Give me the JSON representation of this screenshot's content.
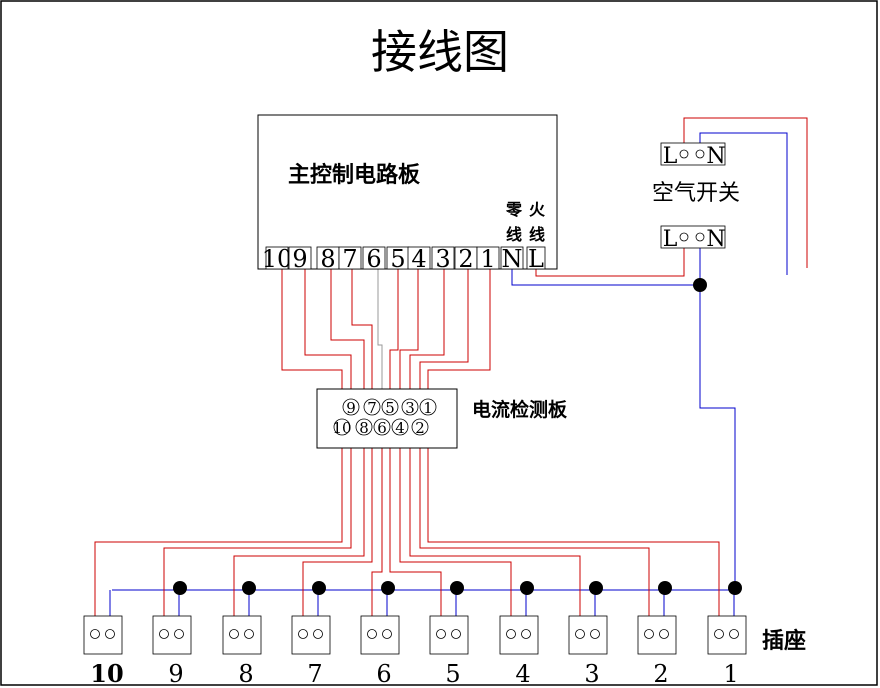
{
  "title": "接线图",
  "main_board": {
    "label": "主控制电路板",
    "neutral_caption": "零线",
    "live_caption": "火线",
    "terminals": [
      "10",
      "9",
      "8",
      "7",
      "6",
      "5",
      "4",
      "3",
      "2",
      "1",
      "N",
      "L"
    ]
  },
  "breaker": {
    "label": "空气开关",
    "top_terminals": [
      "L",
      "N"
    ],
    "bottom_terminals": [
      "L",
      "N"
    ]
  },
  "sensor_board": {
    "label": "电流检测板",
    "odd_row": [
      "9",
      "7",
      "5",
      "3",
      "1"
    ],
    "even_row": [
      "10",
      "8",
      "6",
      "4",
      "2"
    ]
  },
  "sockets": {
    "label": "插座",
    "numbers": [
      "10",
      "9",
      "8",
      "7",
      "6",
      "5",
      "4",
      "3",
      "2",
      "1"
    ]
  },
  "colors": {
    "live_wire": "#cc0000",
    "neutral_wire": "#0000cc",
    "junction": "#000000"
  }
}
